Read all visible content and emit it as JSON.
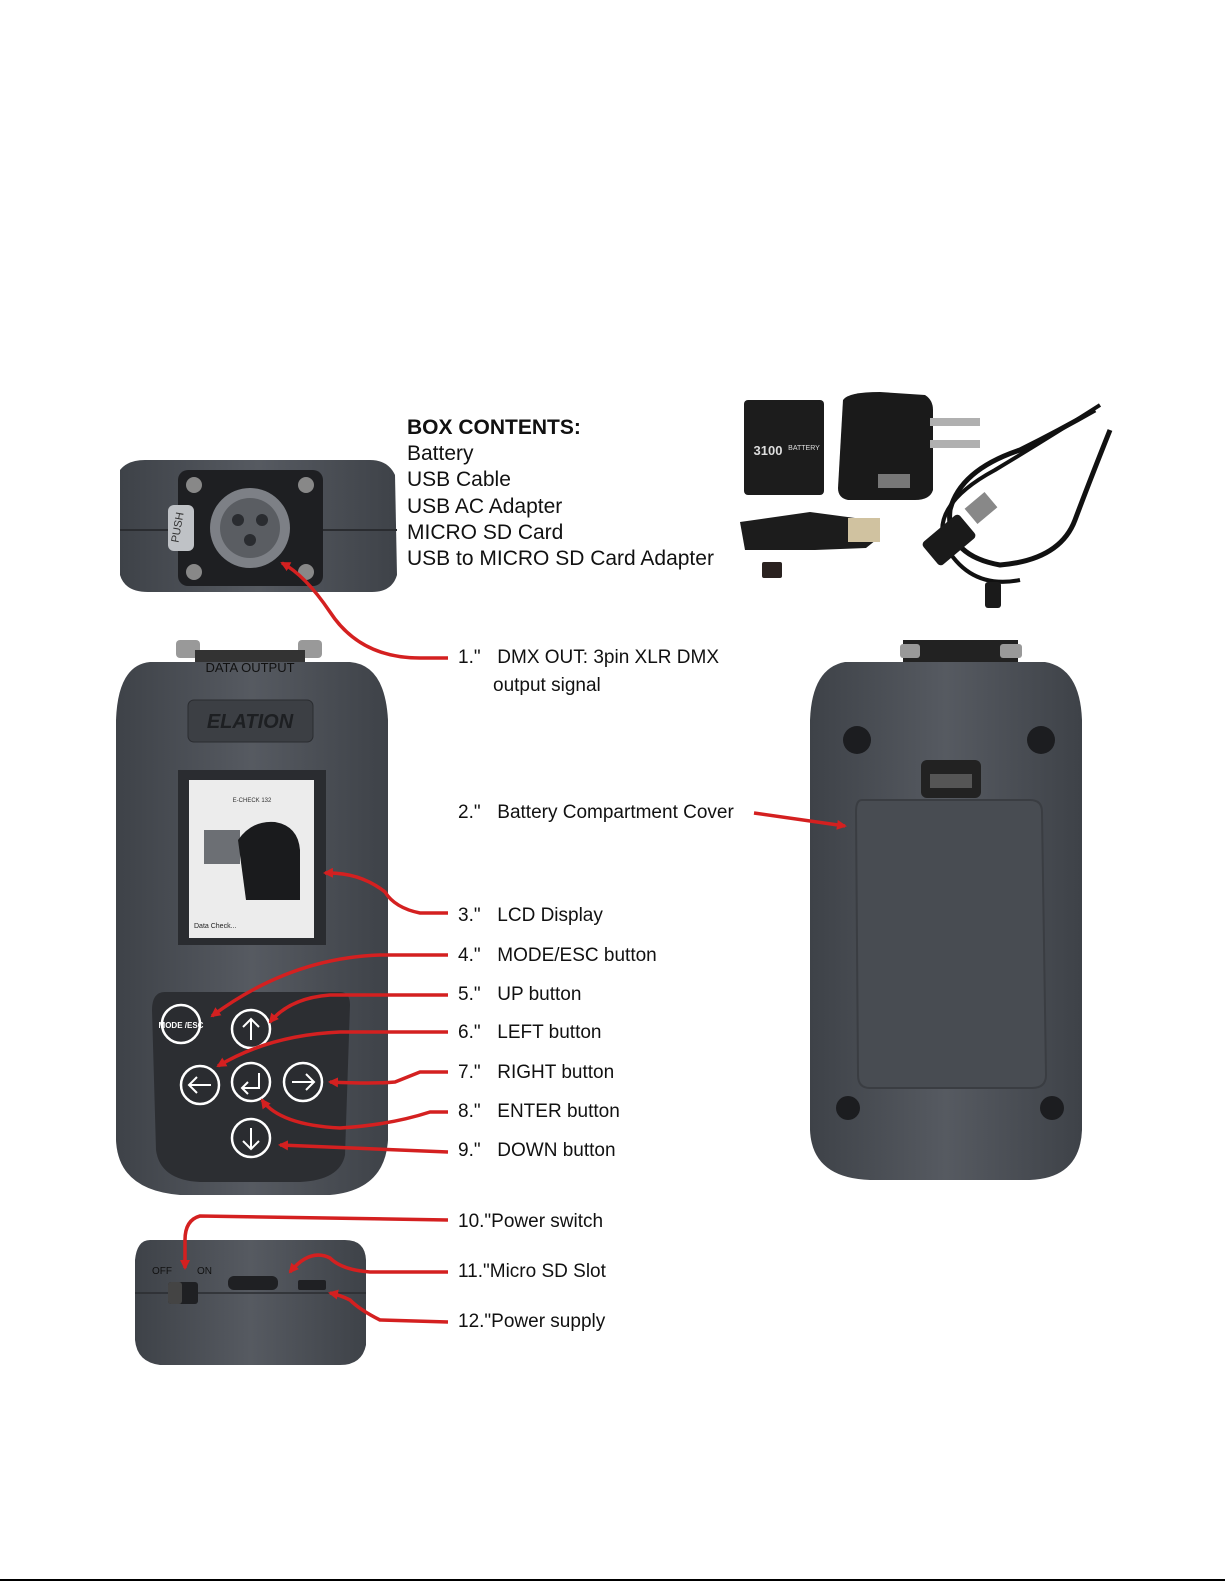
{
  "box_contents": {
    "title": "BOX CONTENTS:",
    "items": [
      "Battery",
      "USB Cable",
      "USB AC Adapter",
      "MICRO SD Card",
      "USB to MICRO SD Card Adapter"
    ]
  },
  "callouts": [
    {
      "num": "1.\"",
      "text": "DMX OUT: 3pin XLR DMX",
      "text2": "output signal"
    },
    {
      "num": "2.\"",
      "text": "Battery Compartment Cover"
    },
    {
      "num": "3.\"",
      "text": "LCD Display"
    },
    {
      "num": "4.\"",
      "text": "MODE/ESC button"
    },
    {
      "num": "5.\"",
      "text": "UP button"
    },
    {
      "num": "6.\"",
      "text": "LEFT button"
    },
    {
      "num": "7.\"",
      "text": "RIGHT button"
    },
    {
      "num": "8.\"",
      "text": "ENTER button"
    },
    {
      "num": "9.\"",
      "text": "DOWN button"
    },
    {
      "num": "10.\"",
      "text": "Power switch"
    },
    {
      "num": "11.\"",
      "text": "Micro SD Slot"
    },
    {
      "num": "12.\"",
      "text": "Power supply"
    }
  ],
  "device_labels": {
    "data_output": "DATA OUTPUT",
    "brand": "ELATION",
    "push": "PUSH",
    "mode_esc": "MODE /ESC",
    "off": "OFF",
    "on": "ON",
    "lcd_title": "E-CHECK 132",
    "lcd_status": "Data Check...",
    "battery_brand": "3100",
    "battery_label": "BATTERY"
  },
  "colors": {
    "device_body": "#4a4e55",
    "device_dark": "#2e3136",
    "arrow": "#d42020"
  }
}
